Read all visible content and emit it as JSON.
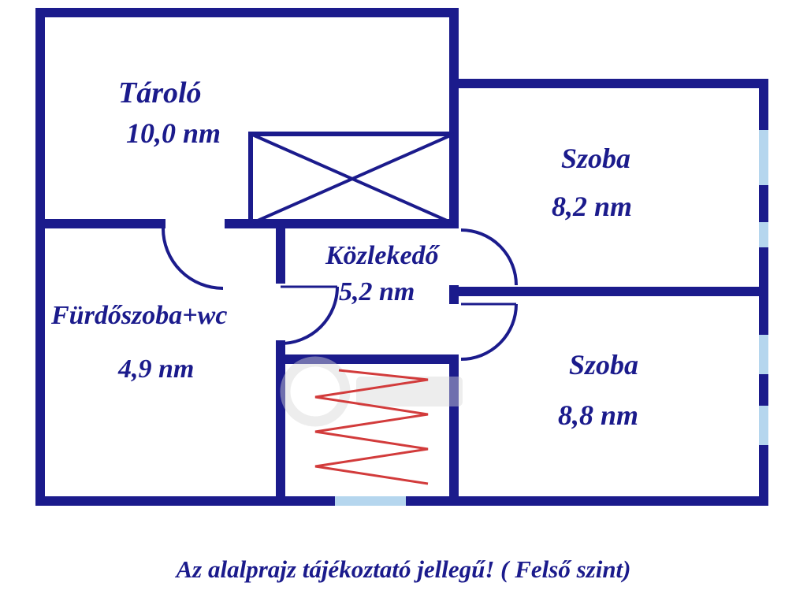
{
  "diagram": {
    "type": "floorplan",
    "level_caption": "Az alalprajz tájékoztató jellegű! ( Felső szint)",
    "rooms": [
      {
        "name": "Tároló",
        "area": "10,0 nm"
      },
      {
        "name": "Szoba",
        "area": "8,2 nm"
      },
      {
        "name": "Közlekedő",
        "area": "5,2 nm"
      },
      {
        "name": "Fürdőszoba+wc",
        "area": "4,9 nm"
      },
      {
        "name": "Szoba",
        "area": "8,8 nm"
      }
    ],
    "colors": {
      "wall": "#1b1b8c",
      "text": "#1b1b8c",
      "window": "#b5d6ee",
      "stairs": "#d23b3b",
      "background": "#ffffff",
      "watermark": "#d8d8d8"
    }
  }
}
